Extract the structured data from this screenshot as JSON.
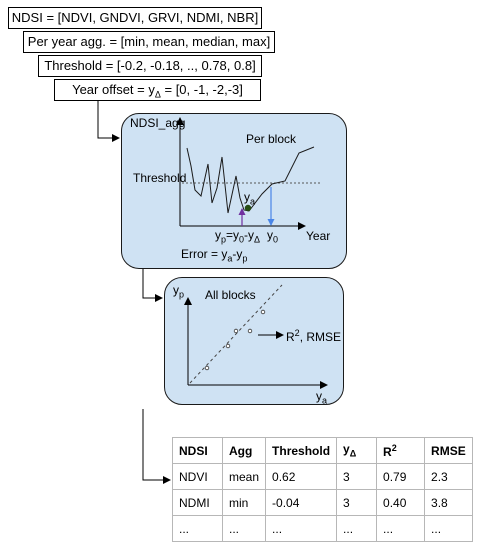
{
  "params": {
    "ndsi": "NDSI = [NDVI, GNDVI, GRVI, NDMI, NBR]",
    "agg": "Per year agg. = [min, mean, median, max]",
    "threshold": "Threshold = [-0.2, -0.18, .., 0.78, 0.8]",
    "offset_prefix": "Year offset = y",
    "offset_sub": "Δ",
    "offset_suffix": " = [0, -1, -2,-3]"
  },
  "block_panel": {
    "y_axis_label": "NDSI_agg",
    "title": "Per block",
    "threshold_label": "Threshold",
    "ya_base": "y",
    "ya_sub": "a",
    "yp_formula": {
      "p1": "y",
      "s1": "p",
      "p2": "=y",
      "s2": "0",
      "p3": "-y",
      "s3": "Δ"
    },
    "y0_base": "y",
    "y0_sub": "0",
    "x_axis_label": "Year",
    "error": {
      "p1": "Error = y",
      "s1": "a",
      "p2": "-y",
      "s2": "p"
    }
  },
  "all_panel": {
    "y_axis_base": "y",
    "y_axis_sub": "p",
    "title": "All blocks",
    "metrics_base": "R",
    "metrics_sup": "2",
    "metrics_rest": ", RMSE",
    "x_axis_base": "y",
    "x_axis_sub": "a"
  },
  "table": {
    "headers": {
      "ndsi": "NDSI",
      "agg": "Agg",
      "threshold": "Threshold",
      "offset_base": "y",
      "offset_sub": "Δ",
      "r2_base": "R",
      "r2_sup": "2",
      "rmse": "RMSE"
    },
    "rows": [
      [
        "NDVI",
        "mean",
        "0.62",
        "3",
        "0.79",
        "2.3"
      ],
      [
        "NDMI",
        "min",
        "-0.04",
        "3",
        "0.40",
        "3.8"
      ],
      [
        "...",
        "...",
        "...",
        "...",
        "...",
        "..."
      ]
    ]
  },
  "colors": {
    "panel_fill": "#cfe2f3",
    "ya_point": "#274e13",
    "yp_arrow": "#7030a0",
    "y0_arrow": "#4a86e8"
  }
}
